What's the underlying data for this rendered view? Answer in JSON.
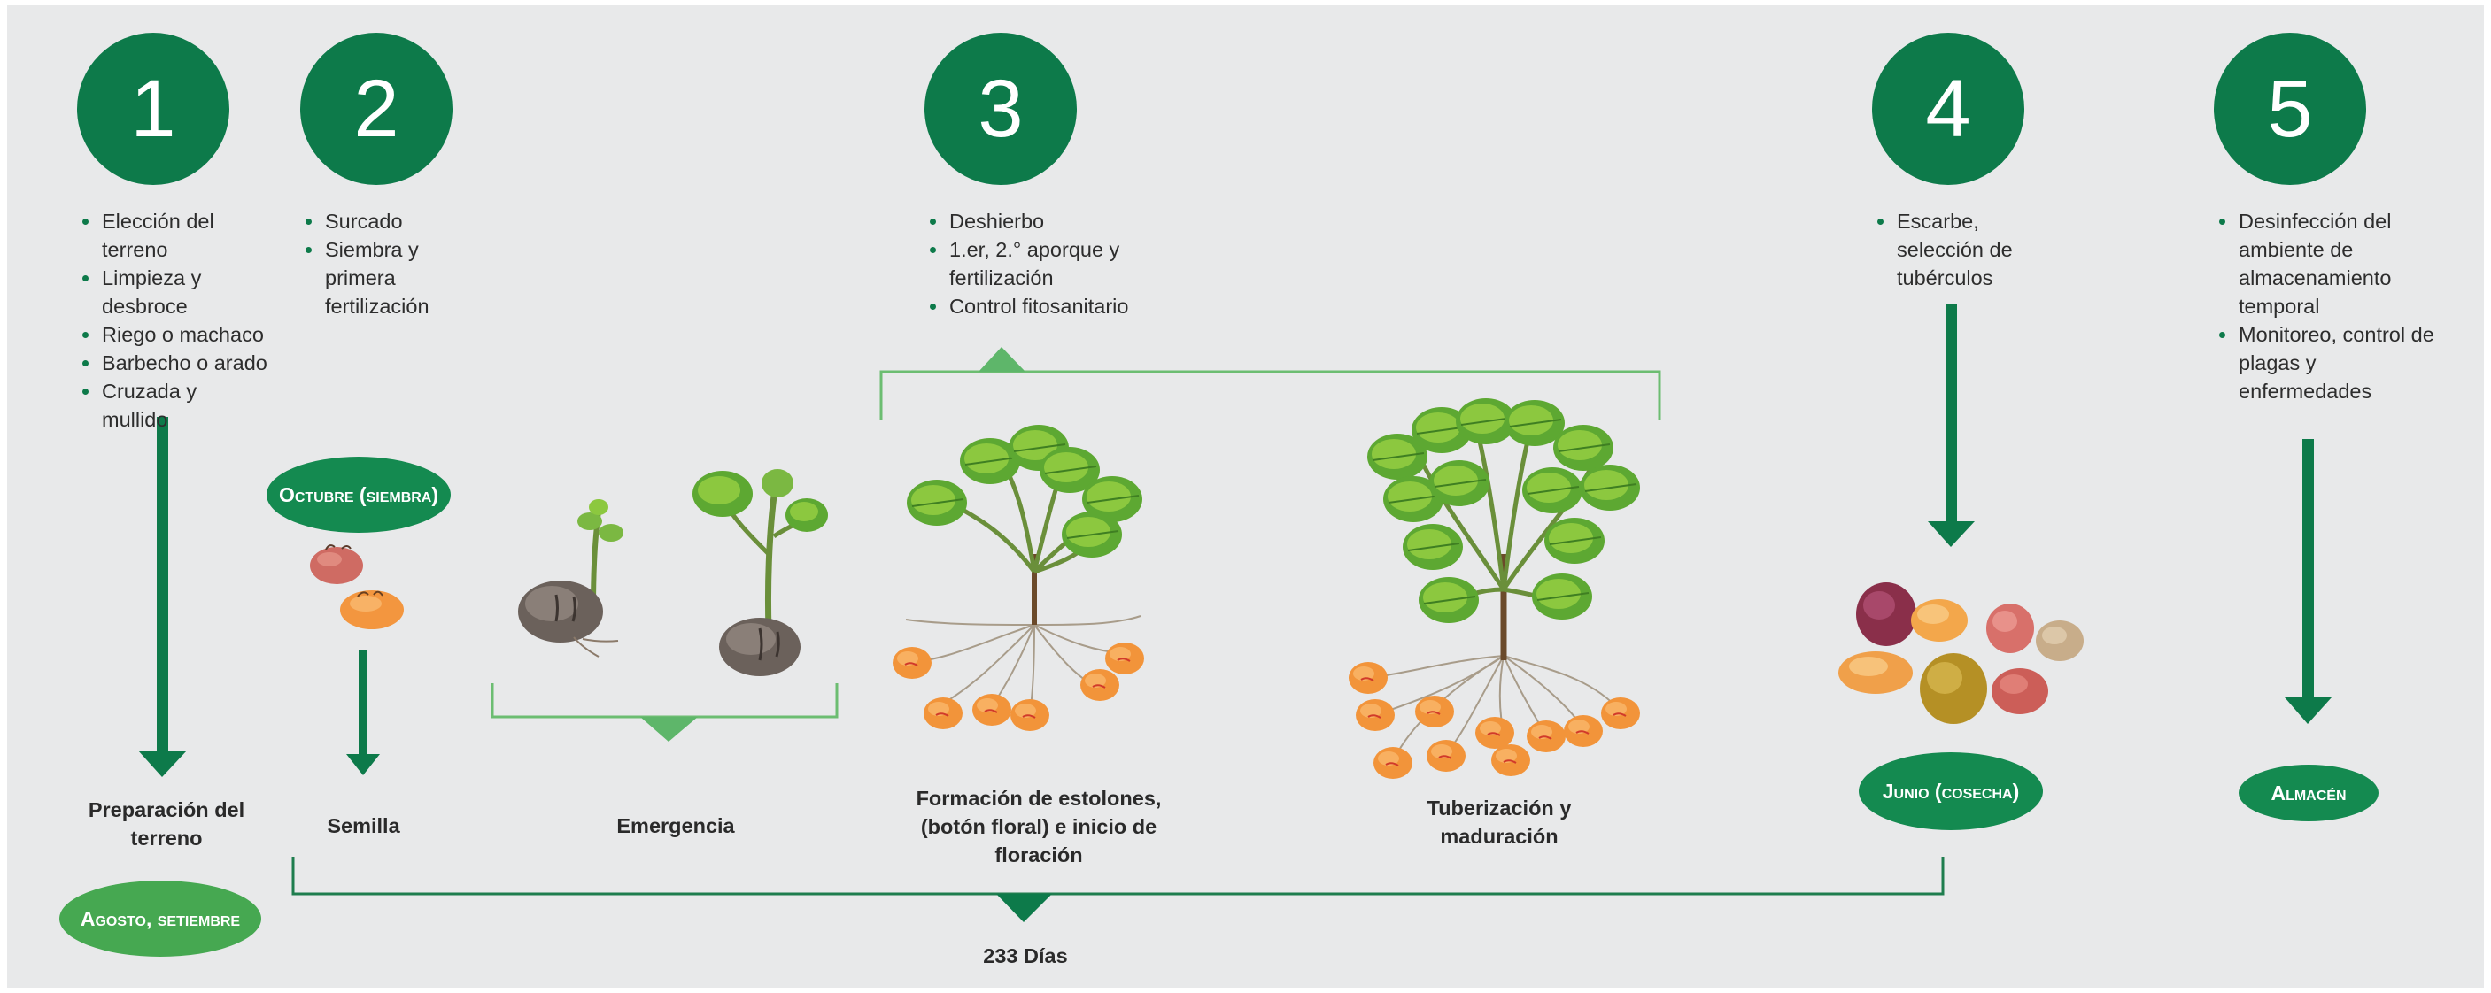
{
  "colors": {
    "primary_green": "#0d7a4a",
    "light_green": "#46a851",
    "background": "#e8e9ea"
  },
  "steps": [
    {
      "number": "1",
      "items": [
        "Elección del terreno",
        "Limpieza y desbroce",
        "Riego o machaco",
        "Barbecho o arado",
        "Cruzada y mullido"
      ]
    },
    {
      "number": "2",
      "items": [
        "Surcado",
        "Siembra y primera fertilización"
      ]
    },
    {
      "number": "3",
      "items": [
        "Deshierbo",
        "1.er, 2.° aporque y fertilización",
        "Control fitosanitario"
      ]
    },
    {
      "number": "4",
      "items": [
        "Escarbe, selección de tubérculos"
      ]
    },
    {
      "number": "5",
      "items": [
        "Desinfección del ambiente de almacenamiento temporal",
        "Monitoreo, control de plagas y enfermedades"
      ]
    }
  ],
  "stages": [
    {
      "label": "Preparación del terreno"
    },
    {
      "label": "Semilla"
    },
    {
      "label": "Emergencia"
    },
    {
      "label": "Formación de estolones, (botón floral) e inicio de floración"
    },
    {
      "label": "Tuberización y maduración"
    }
  ],
  "pills": {
    "agosto": "Agosto, setiembre",
    "octubre": "Octubre (siembra)",
    "junio": "Junio (cosecha)",
    "almacen": "Almacén"
  },
  "duration": "233 Días",
  "icons": [
    "potato-seed-icon",
    "sprout-icon",
    "potato-plant-icon",
    "harvested-potatoes-icon"
  ]
}
